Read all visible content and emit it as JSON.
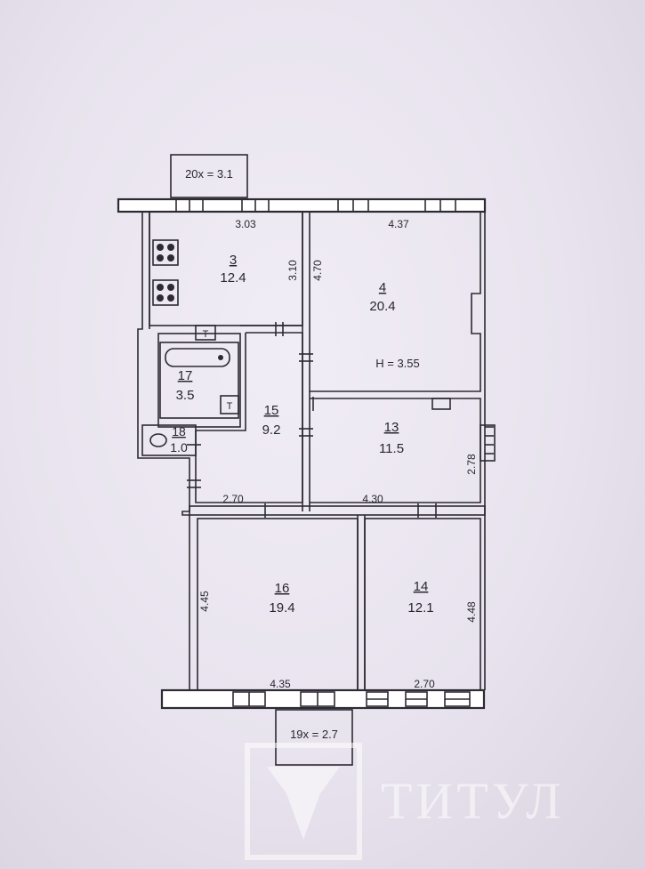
{
  "balconies": {
    "top": "20х = 3.1",
    "bottom": "19х = 2.7"
  },
  "ceiling_height": "H = 3.55",
  "rooms": [
    {
      "id": "room-3",
      "num": "3",
      "area": "12.4"
    },
    {
      "id": "room-4",
      "num": "4",
      "area": "20.4"
    },
    {
      "id": "room-17",
      "num": "17",
      "area": "3.5"
    },
    {
      "id": "room-15",
      "num": "15",
      "area": "9.2"
    },
    {
      "id": "room-13",
      "num": "13",
      "area": "11.5"
    },
    {
      "id": "room-18",
      "num": "18",
      "area": "1.0"
    },
    {
      "id": "room-16",
      "num": "16",
      "area": "19.4"
    },
    {
      "id": "room-14",
      "num": "14",
      "area": "12.1"
    }
  ],
  "dimensions": {
    "room3_width": "3.03",
    "room3_depth": "3.10",
    "room4_width": "4.37",
    "room4_depth": "4.70",
    "room13_depth": "2.78",
    "room15_width": "2.70",
    "room13_width": "4.30",
    "room16_depth": "4.45",
    "room16_width": "4.35",
    "room14_width": "2.70",
    "room14_depth": "4.48"
  },
  "fixtures": {
    "vent_mark": "Т"
  },
  "watermark": "ТИТУЛ"
}
